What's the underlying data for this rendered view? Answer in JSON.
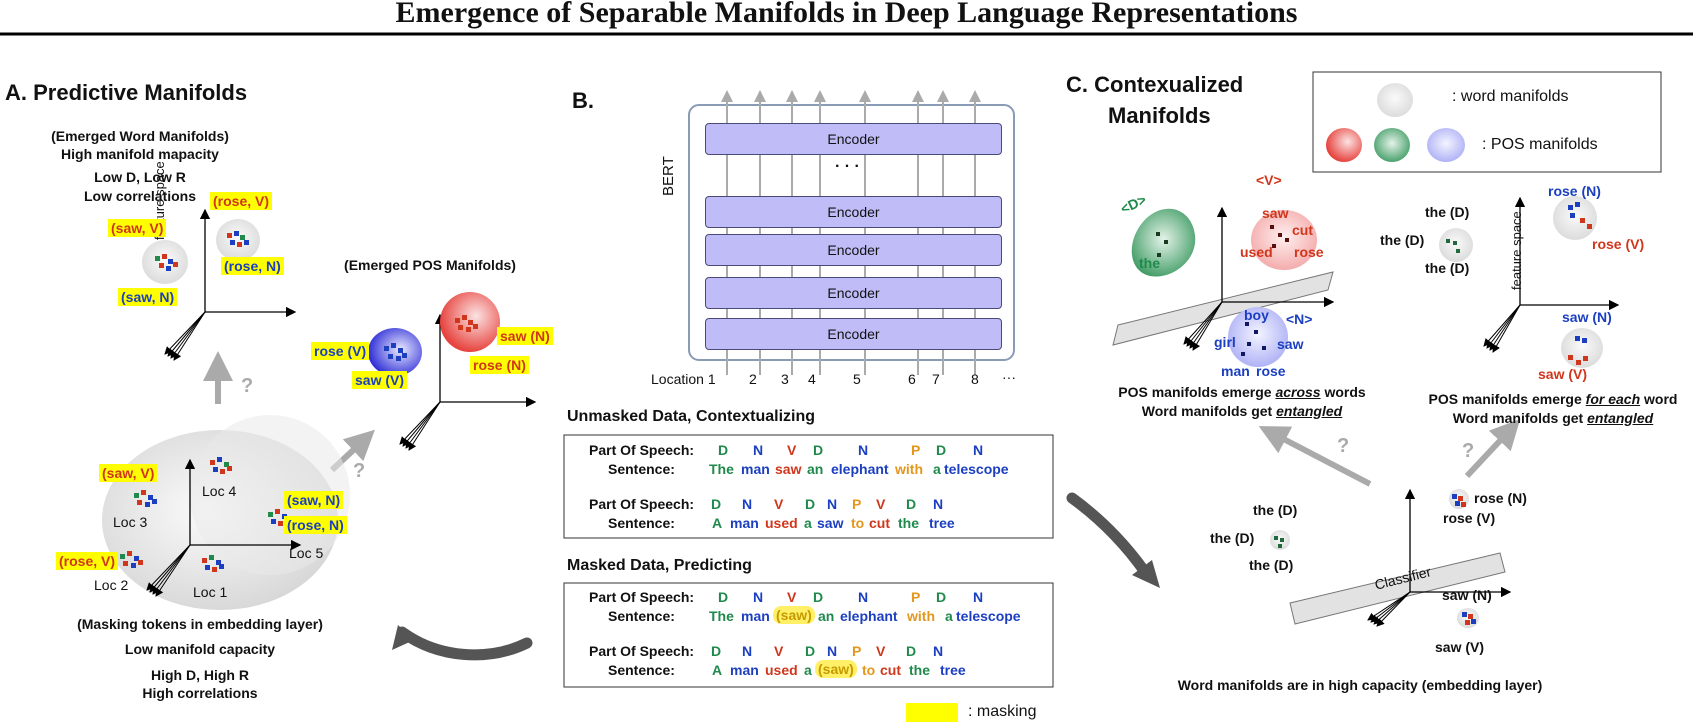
{
  "title": "Emergence of Separable Manifolds in Deep Language Representations",
  "panel_a": {
    "heading": "A.  Predictive Manifolds",
    "top_caption": [
      "(Emerged Word Manifolds)",
      "High manifold mapacity",
      "Low D, Low R",
      "Low correlations"
    ],
    "axis_label": "feature space",
    "word_labels": {
      "saw_v": "(saw, V)",
      "rose_v": "(rose, V)",
      "rose_n": "(rose, N)",
      "saw_n": "(saw, N)"
    },
    "pos_heading": "(Emerged POS Manifolds)",
    "pos_labels": {
      "rose_v": "rose (V)",
      "saw_v": "saw (V)",
      "saw_n": "saw (N)",
      "rose_n": "rose (N)"
    },
    "question": "?",
    "loc_labels": [
      "Loc 1",
      "Loc 2",
      "Loc 3",
      "Loc 4",
      "Loc 5"
    ],
    "bottom_labels": {
      "saw_v": "(saw, V)",
      "rose_v": "(rose, V)",
      "saw_n": "(saw, N)",
      "rose_n": "(rose, N)"
    },
    "bottom_caption": [
      "(Masking tokens in embedding layer)",
      "Low manifold capacity",
      "High D, High R",
      "High correlations"
    ]
  },
  "panel_b": {
    "heading": "B.",
    "model_label": "BERT",
    "encoders": [
      "Encoder",
      "Encoder",
      "Encoder",
      "Encoder",
      "Encoder"
    ],
    "ellipsis": "· · ·",
    "locations": [
      "Location 1",
      "2",
      "3",
      "4",
      "5",
      "6",
      "7",
      "8",
      "···"
    ],
    "unmasked_heading": "Unmasked Data, Contextualizing",
    "masked_heading": "Masked Data, Predicting",
    "pos_label": "Part Of Speech:",
    "sentence_label": "Sentence:",
    "sent1_tags": [
      "D",
      "N",
      "V",
      "D",
      "N",
      "P",
      "D",
      "N"
    ],
    "sent1_words": [
      "The",
      "man",
      "saw",
      "an",
      "elephant",
      "with",
      "a",
      "telescope"
    ],
    "sent2_tags": [
      "D",
      "N",
      "V",
      "D",
      "N",
      "P",
      "V",
      "D",
      "N"
    ],
    "sent2_words": [
      "A",
      "man",
      "used",
      "a",
      "saw",
      "to",
      "cut",
      "the",
      "tree"
    ],
    "masked_word1": "(saw)",
    "masked_word2": "(saw)",
    "legend_masking": ": masking",
    "colors": {
      "D": "#1f8a4c",
      "N": "#1b3fc0",
      "V": "#d0361c",
      "P": "#e3971d",
      "mask": "#ffff00",
      "encoder": "#bfbcf7"
    }
  },
  "panel_c": {
    "heading_line1": "C. Contexualized",
    "heading_line2": "Manifolds",
    "legend_word": ": word manifolds",
    "legend_pos": ": POS manifolds",
    "pos_tags": {
      "d": "<D>",
      "v": "<V>",
      "n": "<N>"
    },
    "d_words": [
      "the"
    ],
    "v_words": [
      "saw",
      "cut",
      "used",
      "rose"
    ],
    "n_words": [
      "boy",
      "girl",
      "saw",
      "man",
      "rose"
    ],
    "word_manifolds": [
      "the (D)",
      "the (D)",
      "the (D)"
    ],
    "right_labels": [
      "rose (N)",
      "rose (V)",
      "saw (N)",
      "saw (V)"
    ],
    "axis_label": "feature space",
    "caption_left": [
      "POS manifolds emerge ",
      "across",
      " words",
      "Word manifolds get ",
      "entangled"
    ],
    "caption_right": [
      "POS manifolds emerge ",
      "for each",
      " word",
      "Word manifolds get ",
      "entangled"
    ],
    "bottom_labels": [
      "the (D)",
      "the (D)",
      "the (D)",
      "rose (N)",
      "rose (V)",
      "saw (N)",
      "saw (V)"
    ],
    "classifier": "Classifier",
    "bottom_caption": "Word manifolds are in high capacity (embedding layer)",
    "question": "?"
  }
}
